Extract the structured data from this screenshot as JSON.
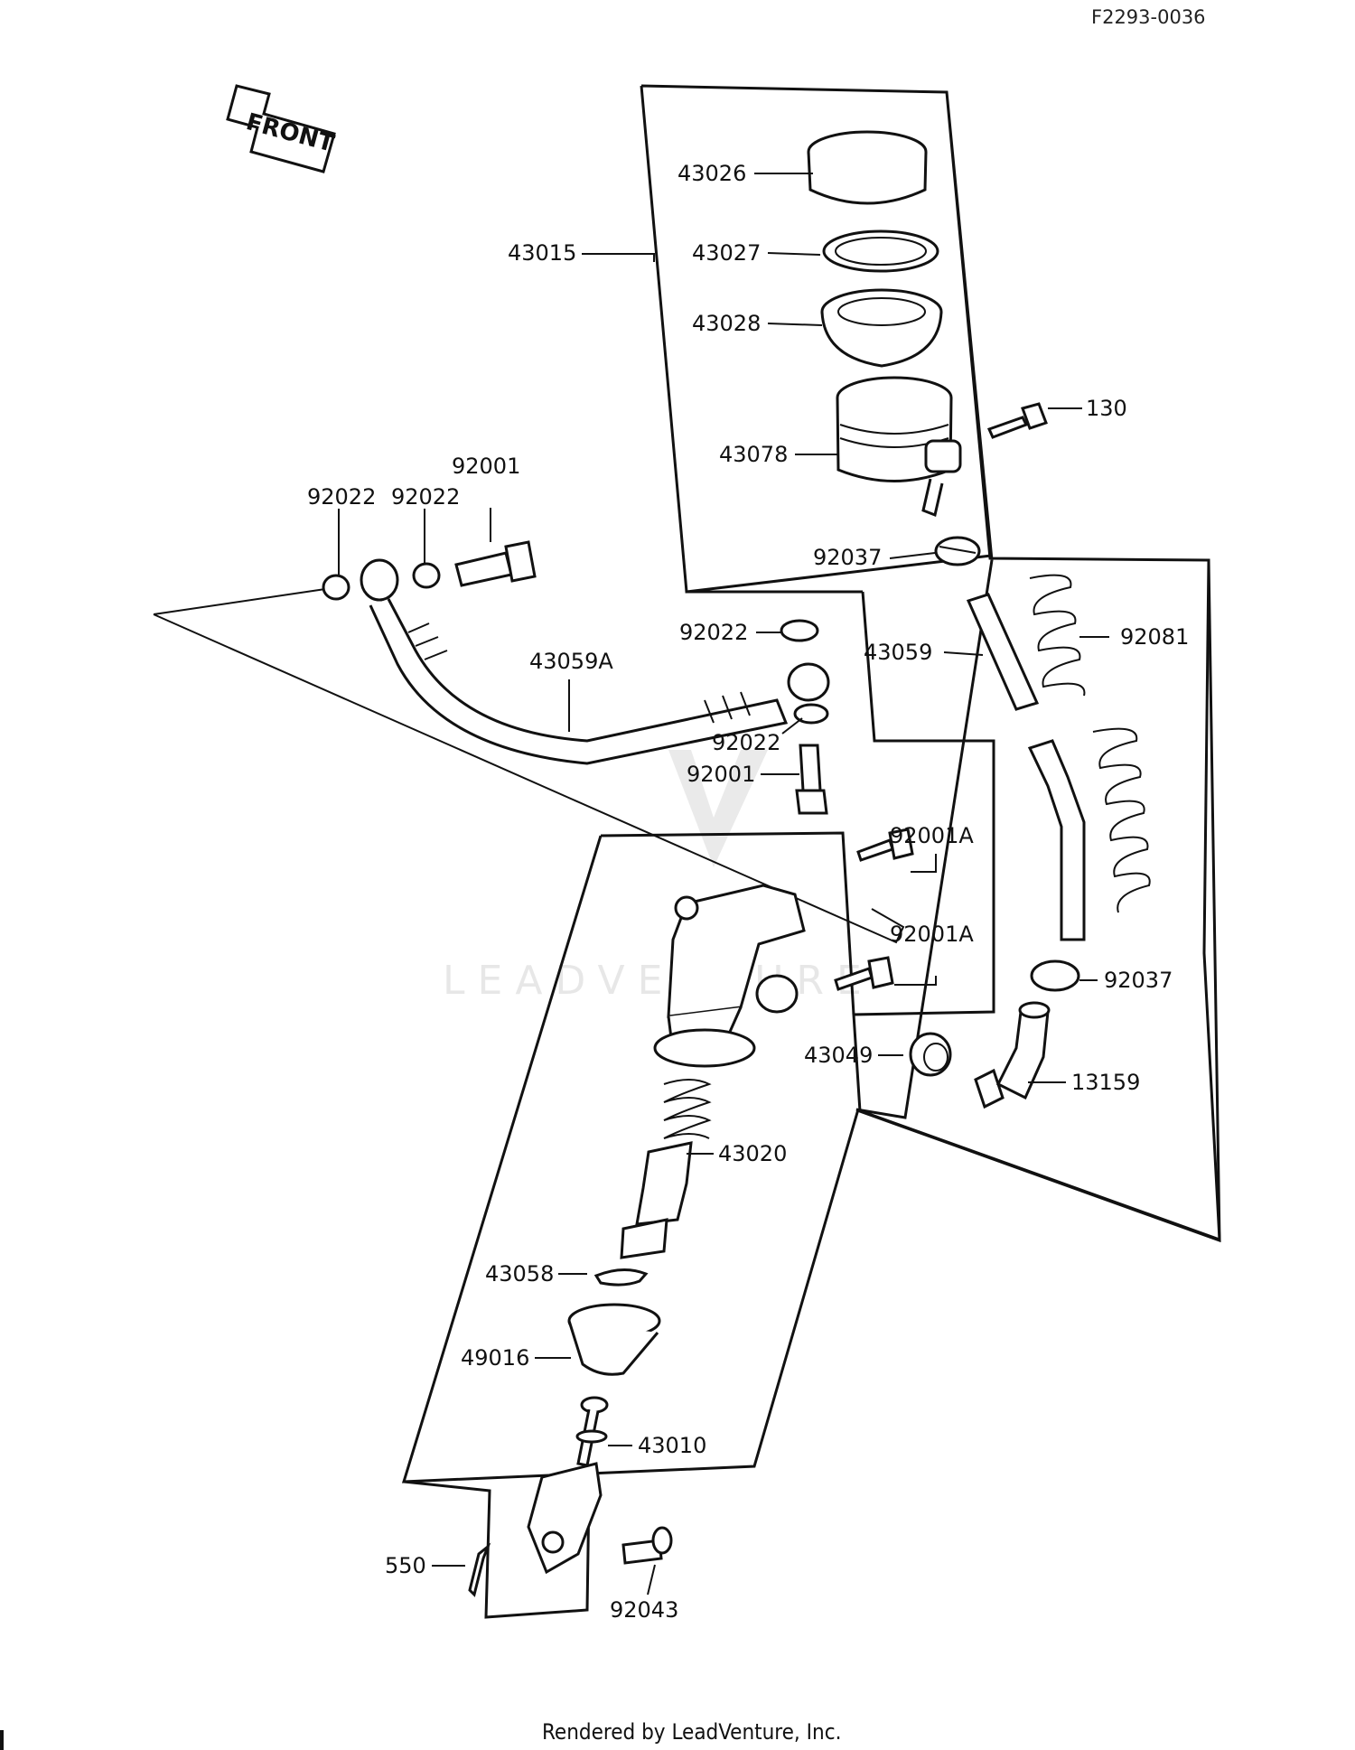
{
  "header": {
    "code": "F2293-0036"
  },
  "front_arrow": {
    "label": "FRONT"
  },
  "watermark": {
    "text": "LEADVENTURE"
  },
  "footer": {
    "text": "Rendered by LeadVenture, Inc."
  },
  "parts": [
    {
      "id": "p43026",
      "label": "43026"
    },
    {
      "id": "p43015",
      "label": "43015"
    },
    {
      "id": "p43027",
      "label": "43027"
    },
    {
      "id": "p43028",
      "label": "43028"
    },
    {
      "id": "p130",
      "label": "130"
    },
    {
      "id": "p43078",
      "label": "43078"
    },
    {
      "id": "p92001",
      "label": "92001"
    },
    {
      "id": "p92022a",
      "label": "92022"
    },
    {
      "id": "p92022b",
      "label": "92022"
    },
    {
      "id": "p92037a",
      "label": "92037"
    },
    {
      "id": "p92022c",
      "label": "92022"
    },
    {
      "id": "p43059A",
      "label": "43059A"
    },
    {
      "id": "p43059",
      "label": "43059"
    },
    {
      "id": "p92081",
      "label": "92081"
    },
    {
      "id": "p92022d",
      "label": "92022"
    },
    {
      "id": "p92001b",
      "label": "92001"
    },
    {
      "id": "p92001A1",
      "label": "92001A"
    },
    {
      "id": "p92001A2",
      "label": "92001A"
    },
    {
      "id": "p92037b",
      "label": "92037"
    },
    {
      "id": "p43049",
      "label": "43049"
    },
    {
      "id": "p13159",
      "label": "13159"
    },
    {
      "id": "p43020",
      "label": "43020"
    },
    {
      "id": "p43058",
      "label": "43058"
    },
    {
      "id": "p49016",
      "label": "49016"
    },
    {
      "id": "p43010",
      "label": "43010"
    },
    {
      "id": "p550",
      "label": "550"
    },
    {
      "id": "p92043",
      "label": "92043"
    }
  ]
}
